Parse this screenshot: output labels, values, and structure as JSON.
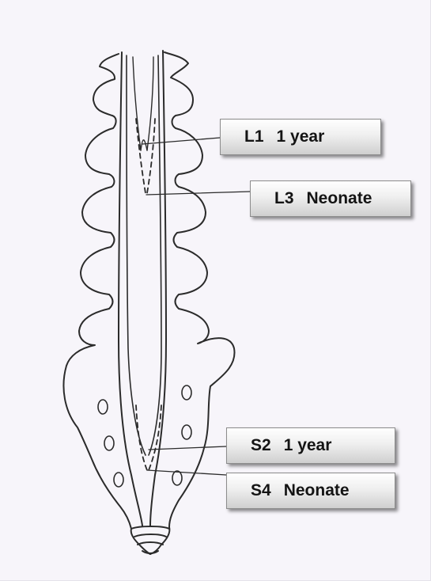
{
  "labels": [
    {
      "level": "L1",
      "age": "1 year"
    },
    {
      "level": "L3",
      "age": "Neonate"
    },
    {
      "level": "S2",
      "age": "1 year"
    },
    {
      "level": "S4",
      "age": "Neonate"
    }
  ],
  "colors": {
    "paper": "#f7f5fa",
    "ink": "#2b2b2b",
    "label_box_gradient": [
      "#ffffff",
      "#cfcfcf"
    ]
  }
}
